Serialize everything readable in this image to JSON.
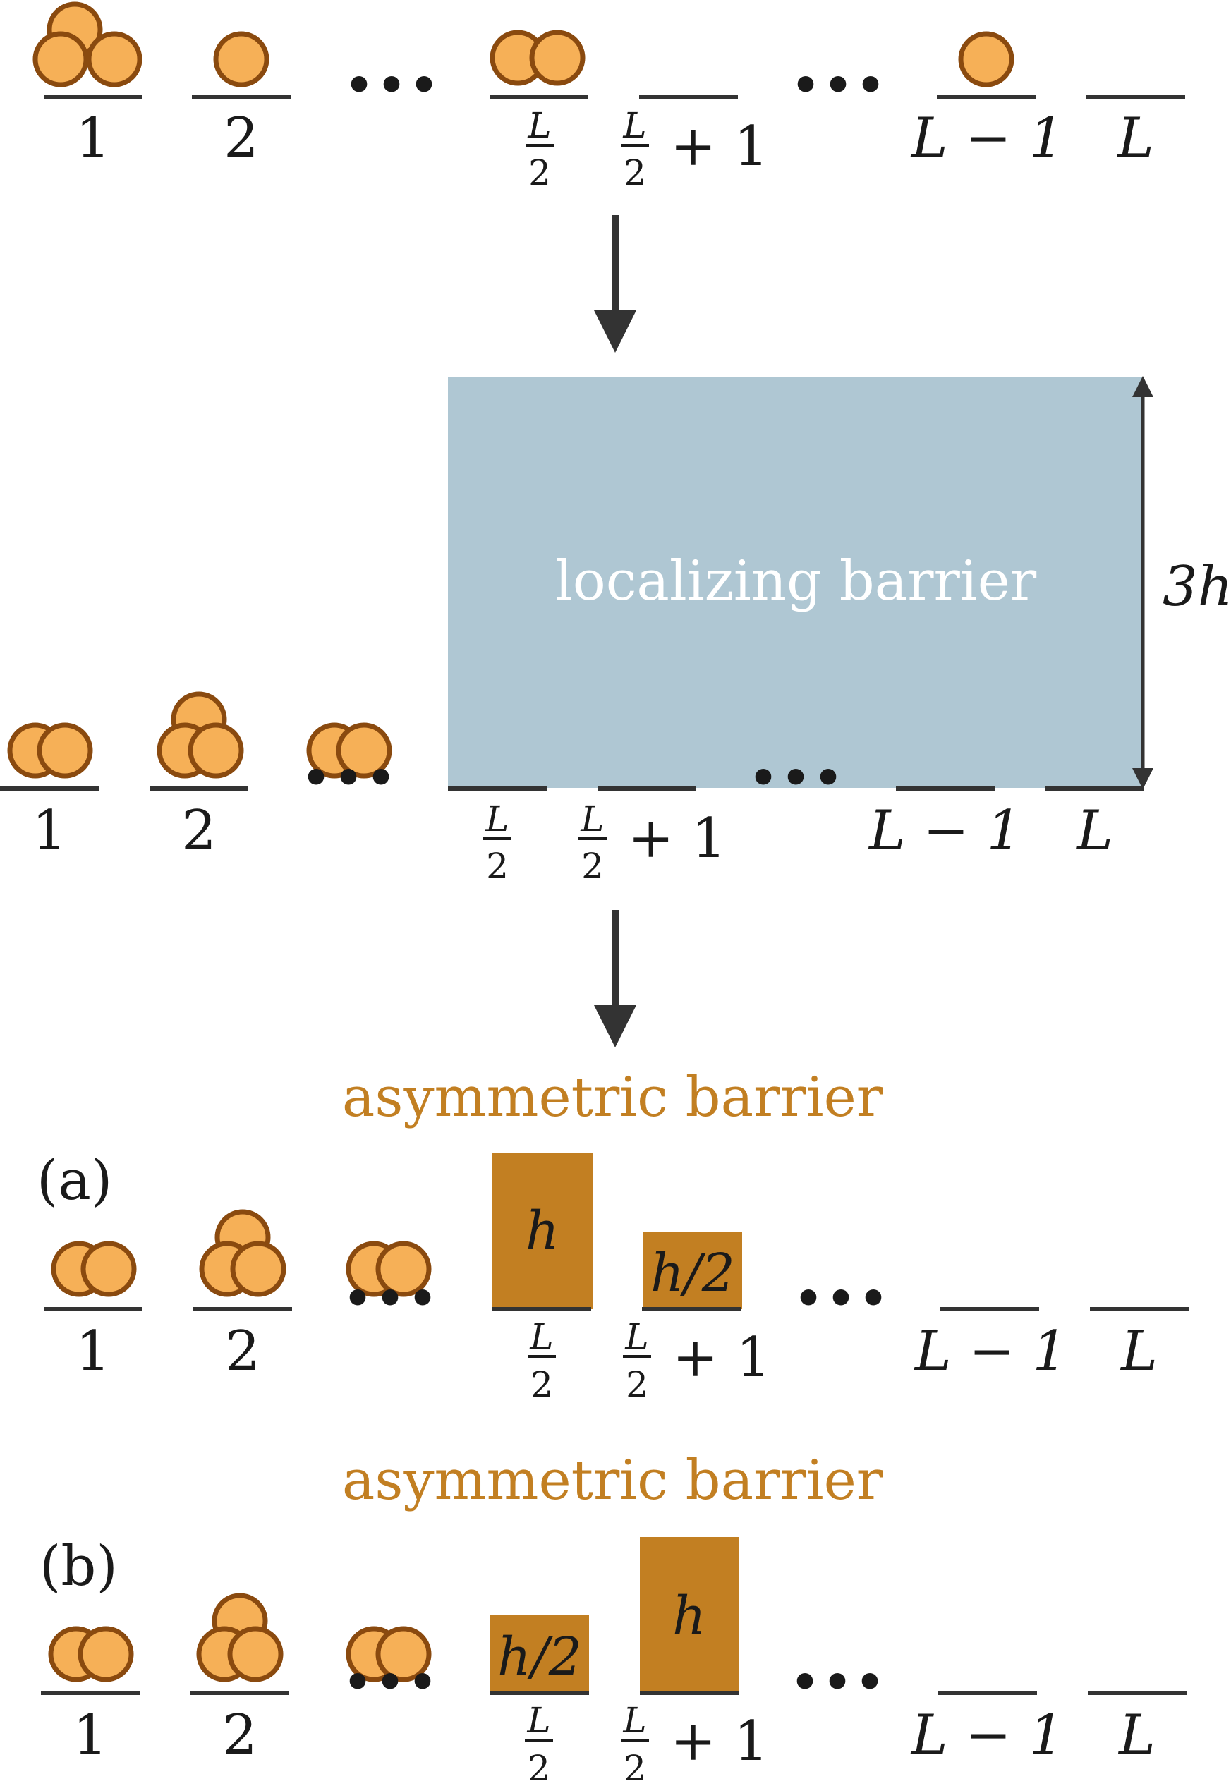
{
  "colors": {
    "particle_fill": "#f6b057",
    "particle_stroke": "#8a4a0f",
    "site_line": "#333333",
    "arrow": "#333333",
    "barrier_fill": "#afc7d3",
    "asym_fill": "#c27f22",
    "asym_text": "#c27f22",
    "barrier_text": "#ffffff"
  },
  "site_labels": {
    "one": "1",
    "two": "2",
    "half_num": "L",
    "half_den": "2",
    "plus_one": "+ 1",
    "l_minus_1": "L − 1",
    "l": "L"
  },
  "ellipsis": "•••",
  "localizing_barrier": {
    "label": "localizing barrier",
    "height_label": "3h"
  },
  "asymmetric": {
    "title": "asymmetric barrier",
    "panel_a": "(a)",
    "panel_b": "(b)",
    "h_label": "h",
    "h_half_label": "h/2"
  }
}
